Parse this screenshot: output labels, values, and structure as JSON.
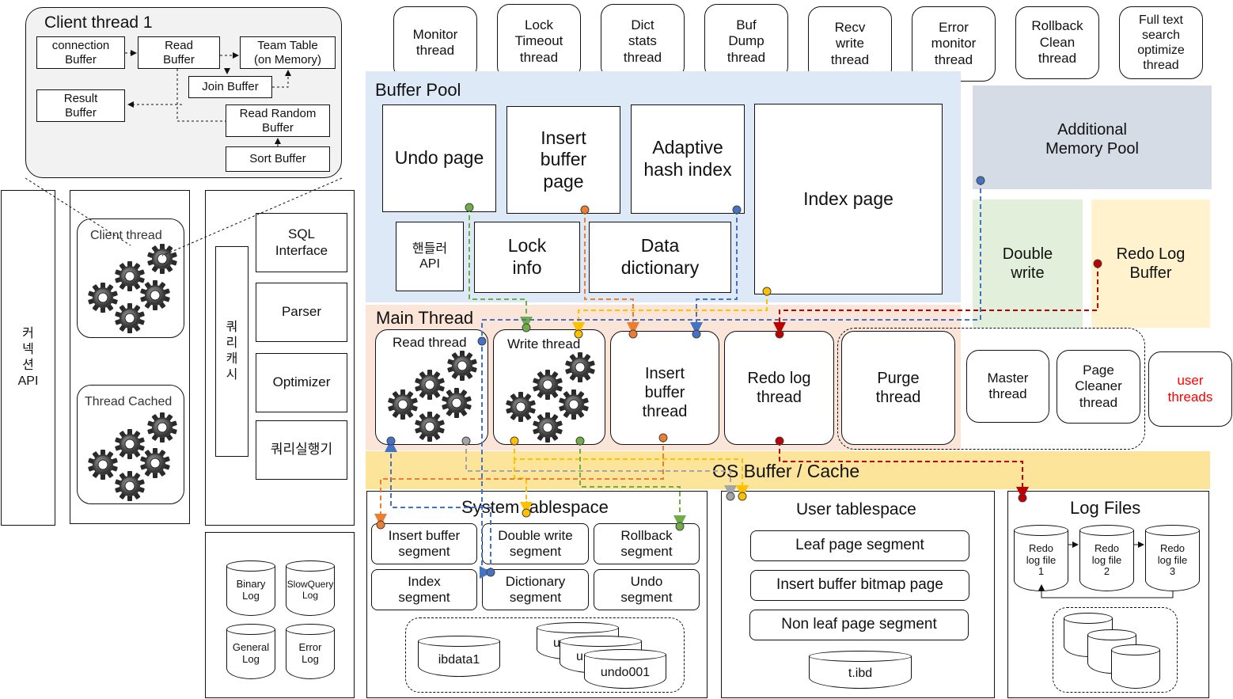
{
  "client_thread_panel": {
    "title": "Client thread 1",
    "connection_buffer": "connection\nBuffer",
    "read_buffer": "Read\nBuffer",
    "team_table": "Team Table\n(on Memory)",
    "join_buffer": "Join Buffer",
    "result_buffer": "Result\nBuffer",
    "read_random_buffer": "Read Random\nBuffer",
    "sort_buffer": "Sort Buffer"
  },
  "connection_api": "커\n넥\n션\nAPI",
  "thread_column": {
    "client_thread": "Client thread",
    "thread_cached": "Thread Cached"
  },
  "sql_column": {
    "query_cache": "쿼\n리\n캐\n시",
    "sql_interface": "SQL\nInterface",
    "parser": "Parser",
    "optimizer": "Optimizer",
    "executor": "쿼리실행기"
  },
  "log_column": {
    "binary_log": "Binary\nLog",
    "slowquery_log": "SlowQuery\nLog",
    "general_log": "General\nLog",
    "error_log": "Error\nLog"
  },
  "top_threads": [
    "Monitor\nthread",
    "Lock\nTimeout\nthread",
    "Dict\nstats\nthread",
    "Buf\nDump\nthread",
    "Recv\nwrite\nthread",
    "Error\nmonitor\nthread",
    "Rollback\nClean\nthread",
    "Full text\nsearch\noptimize\nthread"
  ],
  "buffer_pool": {
    "title": "Buffer Pool",
    "undo_page": "Undo page",
    "insert_buffer_page": "Insert\nbuffer\npage",
    "adaptive_hash_index": "Adaptive\nhash index",
    "index_page": "Index page",
    "handler_api": "핸들러\nAPI",
    "lock_info": "Lock\ninfo",
    "data_dictionary": "Data\ndictionary"
  },
  "additional_memory_pool": "Additional\nMemory Pool",
  "double_write": "Double\nwrite",
  "redo_log_buffer": "Redo Log\nBuffer",
  "main_thread": {
    "title": "Main Thread",
    "read_thread": "Read thread",
    "write_thread": "Write thread",
    "insert_buffer_thread": "Insert\nbuffer\nthread",
    "redo_log_thread": "Redo log\nthread",
    "purge_thread": "Purge\nthread"
  },
  "master_thread": "Master\nthread",
  "page_cleaner_thread": "Page\nCleaner\nthread",
  "user_threads": "user\nthreads",
  "os_buffer_cache": "OS Buffer / Cache",
  "system_tablespace": {
    "title": "System tablespace",
    "insert_buffer_segment": "Insert buffer\nsegment",
    "double_write_segment": "Double write\nsegment",
    "rollback_segment": "Rollback\nsegment",
    "index_segment": "Index\nsegment",
    "dictionary_segment": "Dictionary\nsegment",
    "undo_segment": "Undo\nsegment",
    "ibdata1": "ibdata1",
    "undo_back1": "u",
    "undo_back2": "u",
    "undo001": "undo001"
  },
  "user_tablespace": {
    "title": "User tablespace",
    "leaf_page_segment": "Leaf page segment",
    "insert_buffer_bitmap_page": "Insert buffer bitmap page",
    "non_leaf_page_segment": "Non leaf page segment",
    "tibd": "t.ibd"
  },
  "log_files": {
    "title": "Log Files",
    "redo1": "Redo\nlog file\n1",
    "redo2": "Redo\nlog file\n2",
    "redo3": "Redo\nlog file\n3"
  },
  "colors": {
    "buffer_pool_bg": "#dde9f6",
    "main_thread_bg": "#fbe5d9",
    "os_cache_bg": "#fde49b",
    "additional_pool_bg": "#d6dce5",
    "double_write_bg": "#e2efda",
    "redo_buffer_bg": "#fff2cc",
    "panel_bg": "#f2f2f2",
    "user_threads_text": "#ff0000",
    "line_green": "#70ad47",
    "line_orange": "#ed7d31",
    "line_blue": "#4472c4",
    "line_yellow": "#ffc000",
    "line_gray": "#a5a5a5",
    "line_red": "#c00000"
  }
}
